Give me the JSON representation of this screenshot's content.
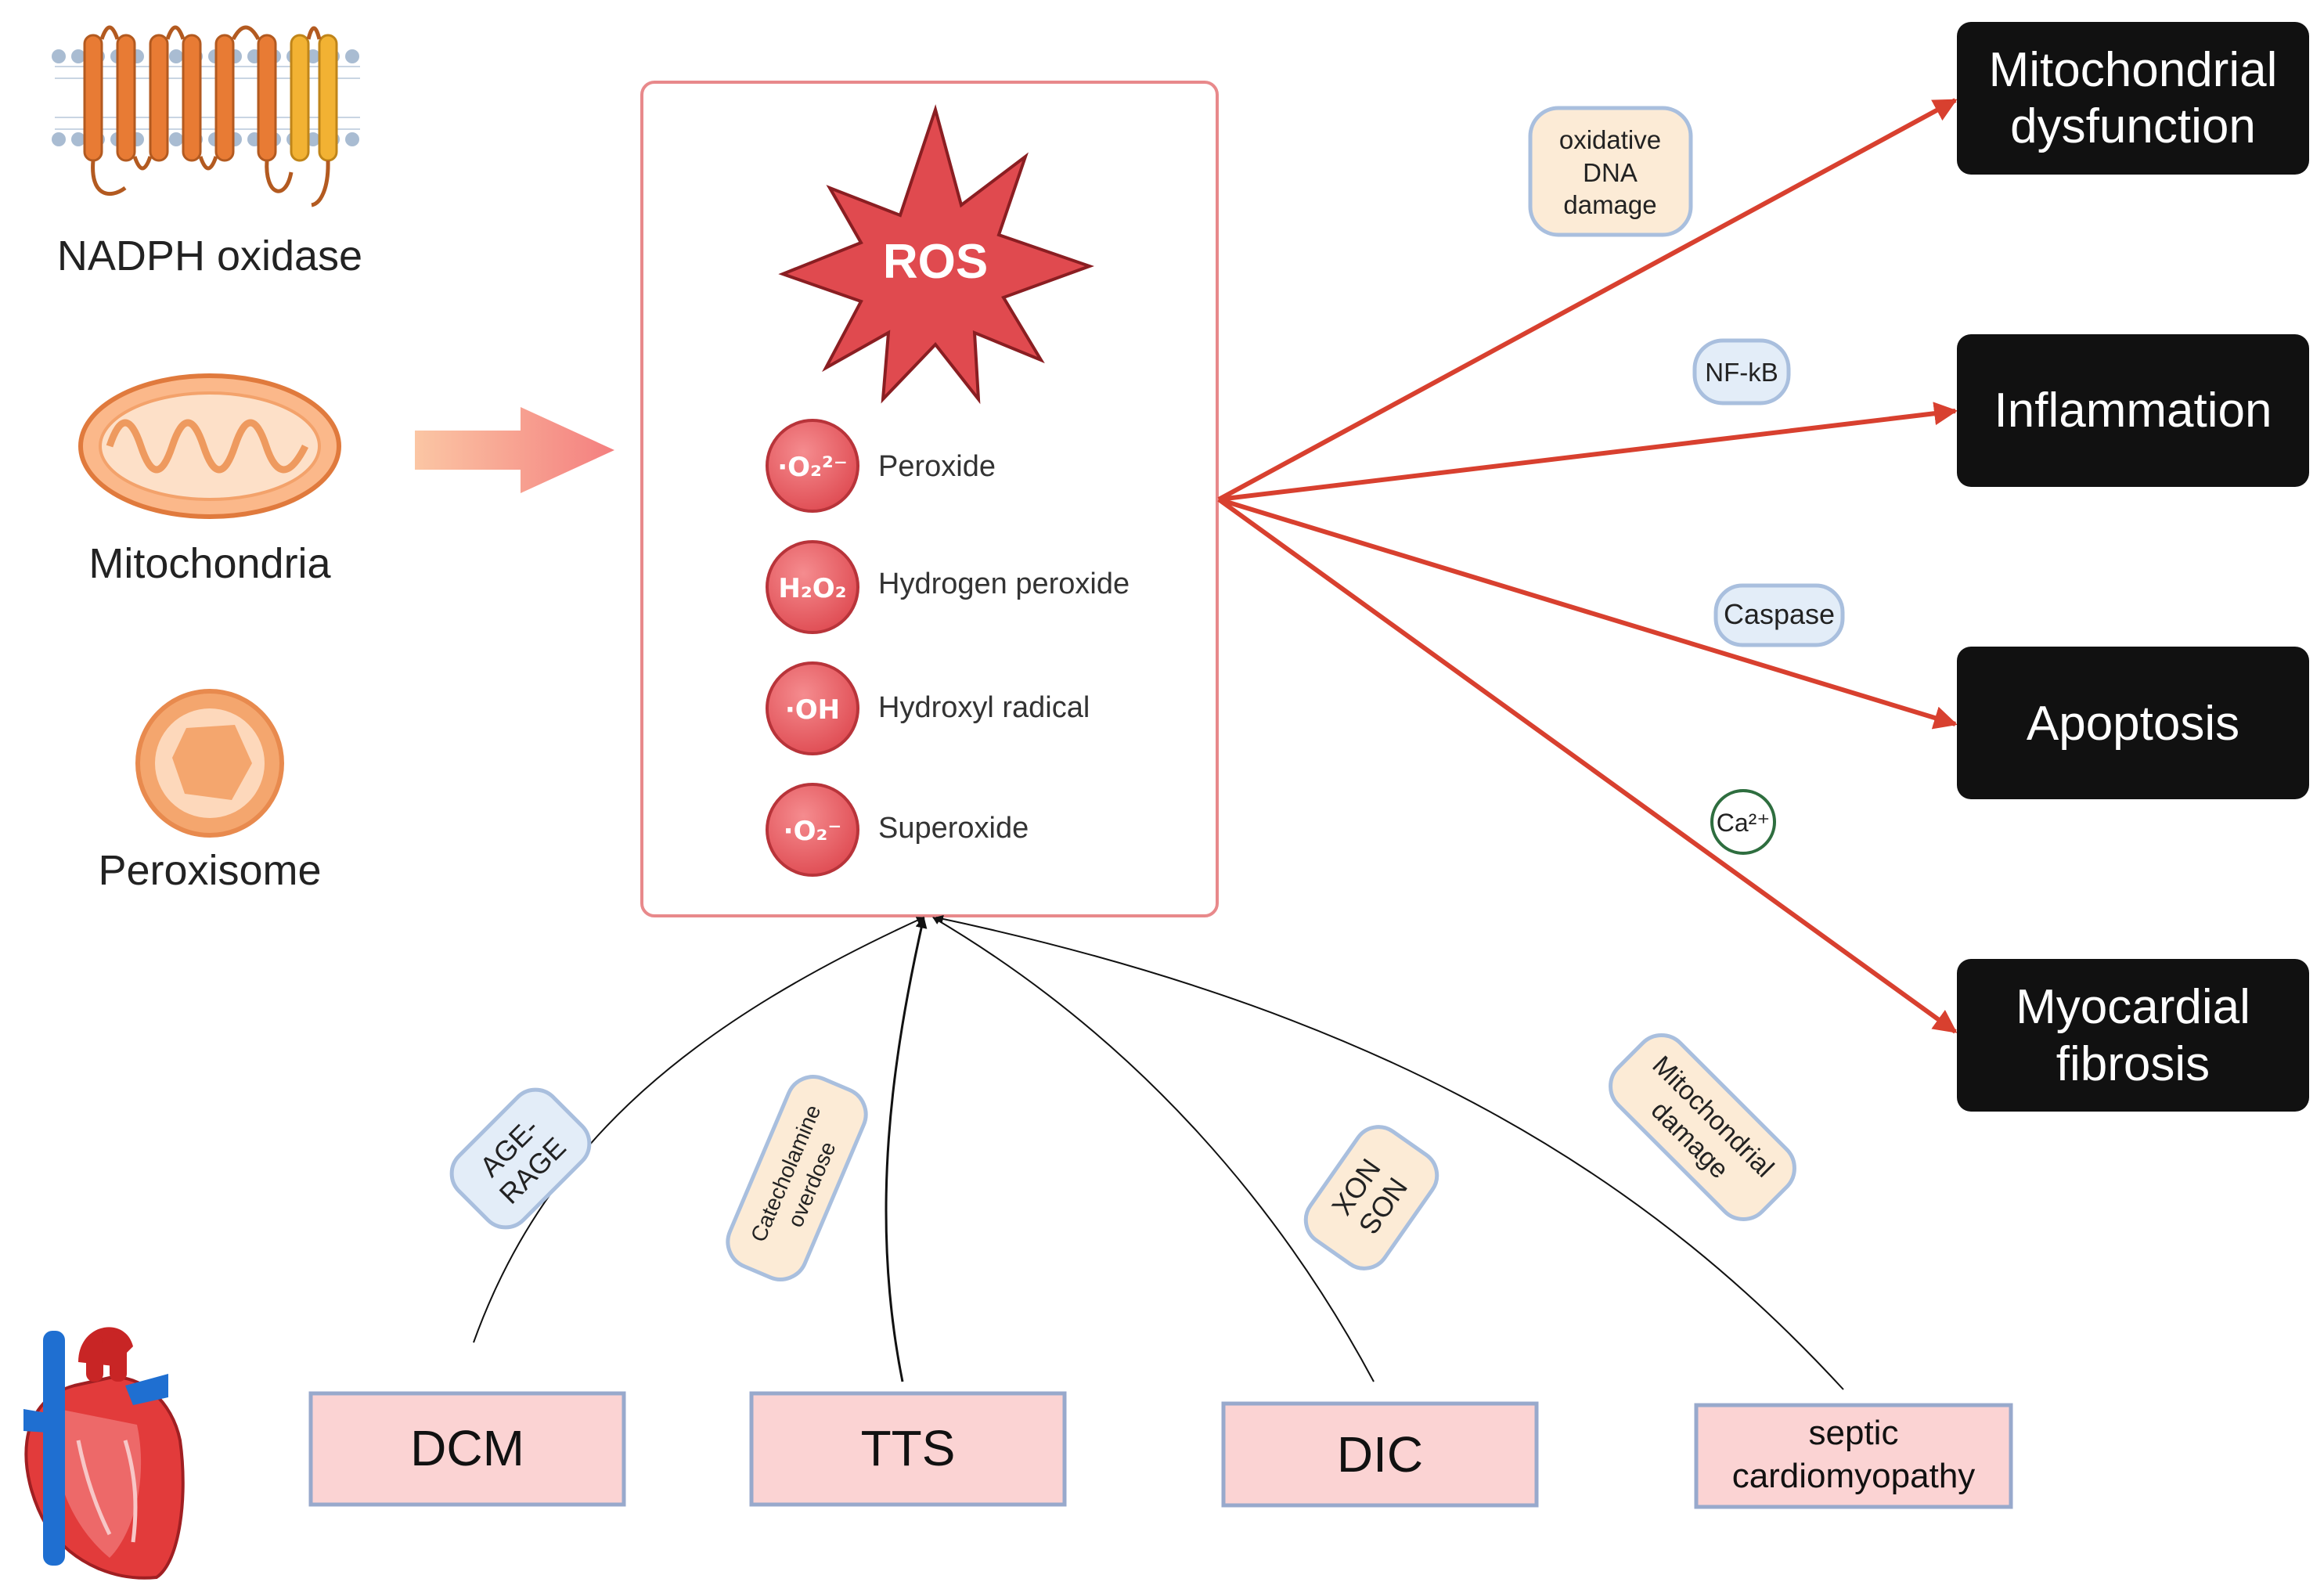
{
  "sources": {
    "nadph": "NADPH oxidase",
    "mitochondria": "Mitochondria",
    "peroxisome": "Peroxisome"
  },
  "ros": {
    "title": "ROS",
    "species": [
      {
        "symbol": "·O₂²⁻",
        "name": "Peroxide"
      },
      {
        "symbol": "H₂O₂",
        "name": "Hydrogen peroxide"
      },
      {
        "symbol": "·OH",
        "name": "Hydroxyl radical"
      },
      {
        "symbol": "·O₂⁻",
        "name": "Superoxide"
      }
    ]
  },
  "outcomes": {
    "mito_line1": "Mitochondrial",
    "mito_line2": "dysfunction",
    "inflammation": "Inflammation",
    "apoptosis": "Apoptosis",
    "fibrosis_line1": "Myocardial",
    "fibrosis_line2": "fibrosis"
  },
  "mediators": {
    "dna_line1": "oxidative",
    "dna_line2": "DNA",
    "dna_line3": "damage",
    "nfkb": "NF-kB",
    "caspase": "Caspase",
    "ca": "Ca²⁺"
  },
  "pathways": {
    "age_line1": "AGE-",
    "age_line2": "RAGE",
    "cat_line1": "Catecholamine",
    "cat_line2": "overdose",
    "nos_line1": "NOS",
    "nos_line2": "NOX",
    "mitodmg_line1": "Mitochondrial",
    "mitodmg_line2": "damage"
  },
  "causes": {
    "dcm": "DCM",
    "tts": "TTS",
    "dic": "DIC",
    "septic_line1": "septic",
    "septic_line2": "cardiomyopathy"
  },
  "colors": {
    "red_arrow": "#d8402f",
    "ros_red": "#e04a4f",
    "outcome_box": "#111111",
    "cause_fill": "#fbd3d3",
    "cause_border": "#98a9cc",
    "pill_blue": "#e3edf8",
    "pill_peach": "#fcebd6"
  }
}
